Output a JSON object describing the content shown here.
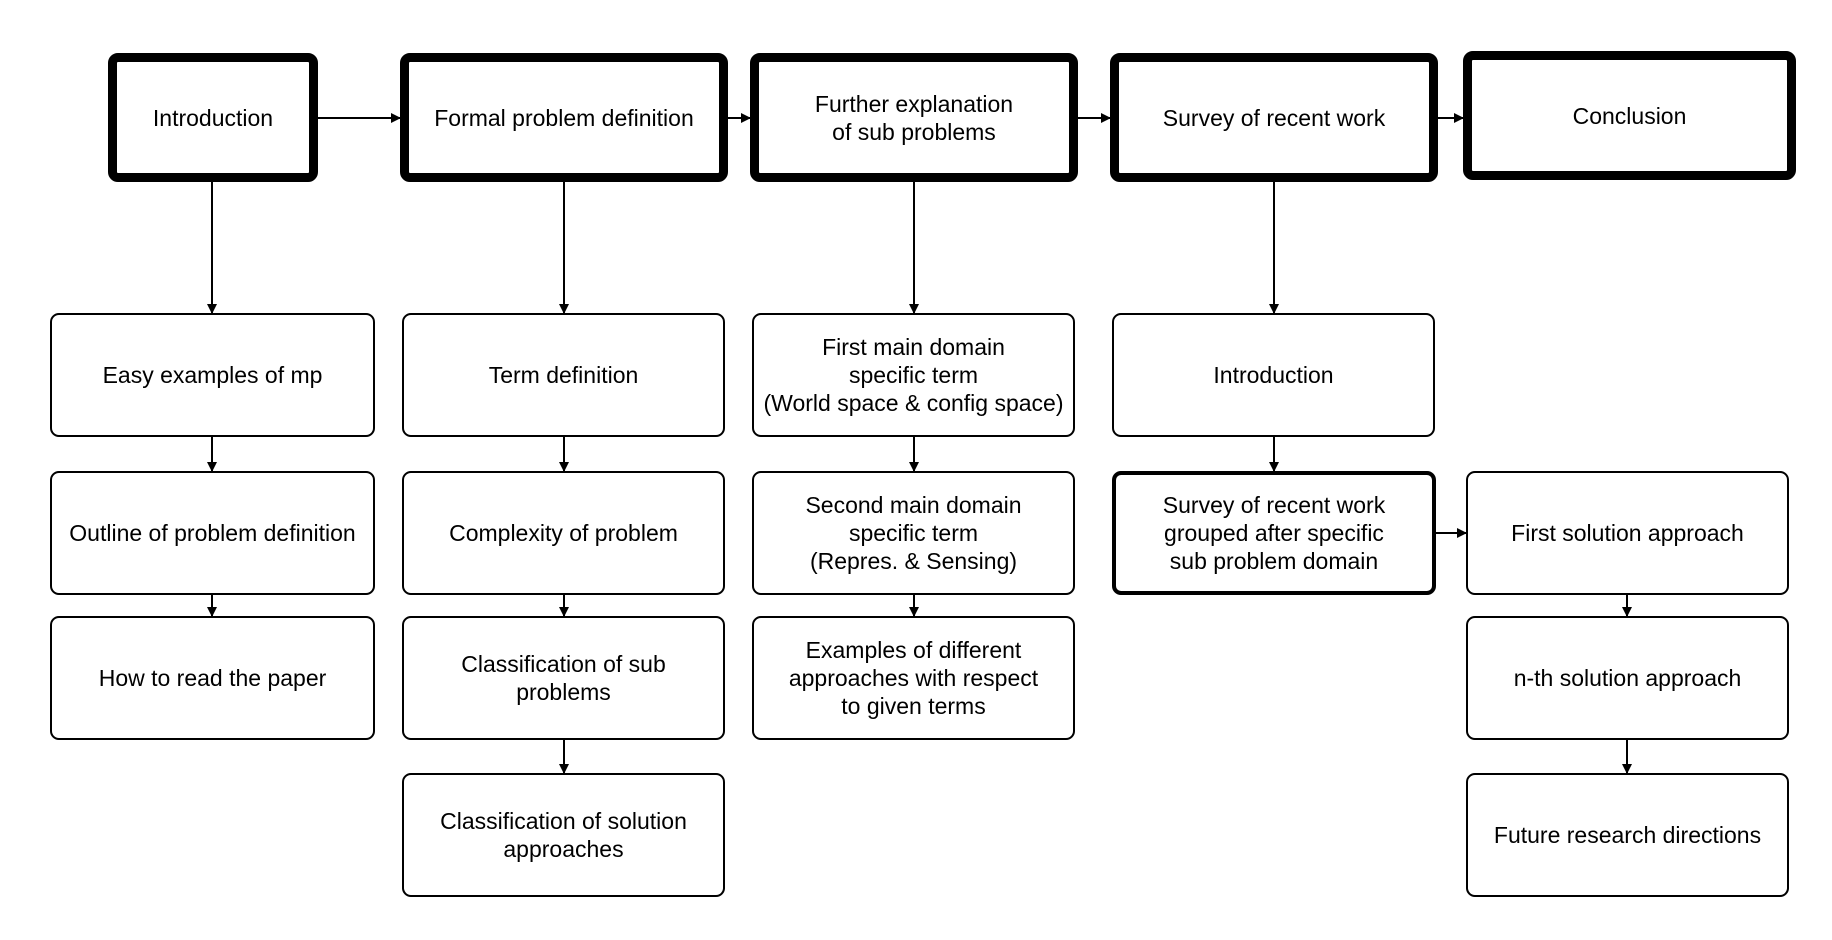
{
  "top_row": {
    "introduction": "Introduction",
    "formal_problem_definition": "Formal problem definition",
    "further_explanation": "Further explanation\nof sub problems",
    "survey_of_recent_work": "Survey of recent work",
    "conclusion": "Conclusion"
  },
  "introduction_column": [
    "Easy examples of mp",
    "Outline of problem definition",
    "How to read the paper"
  ],
  "formal_definition_column": [
    "Term definition",
    "Complexity of problem",
    "Classification of sub\nproblems",
    "Classification of solution\napproaches"
  ],
  "further_explanation_column": [
    "First main domain\nspecific term\n(World space & config space)",
    "Second main domain\nspecific term\n(Repres. & Sensing)",
    "Examples of different\napproaches with respect\nto given terms"
  ],
  "survey_column": [
    "Introduction",
    "Survey of recent work\ngrouped after specific\nsub problem domain"
  ],
  "solution_column": [
    "First solution approach",
    "n-th solution approach",
    "Future research directions"
  ],
  "colors": {
    "stroke": "#000000",
    "fill": "#ffffff"
  }
}
